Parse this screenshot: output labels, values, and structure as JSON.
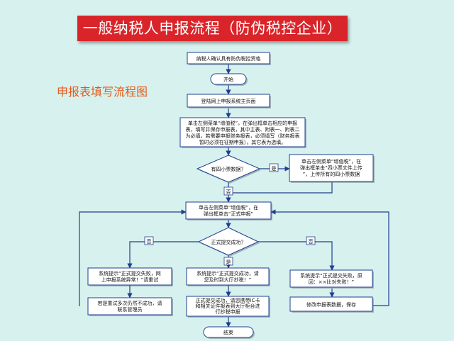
{
  "title": "一般纳税人申报流程（防伪税控企业）",
  "subtitle": "申报表填写流程图",
  "nodes": {
    "qualification": "纳税人确认具有防伪税控资格",
    "start": "开始",
    "login": "登陆网上申报系统主页面",
    "fill_forms": [
      "单击左侧菜单“增值税”，在弹出框单击相应的申报",
      "表，填写并保存申报表，其中主表、附表一、附表二",
      "为必填，若需要申报财务报表，必须填写（财务报表",
      "暂时必须在征期申报），其它表为选填。"
    ],
    "invoice_question": "有四小票数据？",
    "upload_invoices": [
      "单击左侧菜单“增值税”，在",
      "弹出框单击“四小票文件上传",
      "”，上传所有的四小票数据"
    ],
    "formal_report": [
      "单击左侧菜单“增值税”，在",
      "弹出框单击“正式申报”"
    ],
    "success_question": "正式提交成功？",
    "fail_retry": [
      "系统提示“正式提交失败，网",
      "上申报系统异常！”请重试"
    ],
    "contact_admin": [
      "若是重试多次仍然不成功，请",
      "联系管理员"
    ],
    "success_hint": [
      "系统提示“正式提交成功，请",
      "您及时到大厅抄税！”"
    ],
    "after_success": [
      "正式提交成功，请您携带IC卡",
      "和相关证件报表到大厅柜台进",
      "行抄税申报"
    ],
    "fail_compare": [
      "系统提示“正式提交失败，原",
      "因：××比对失败！”"
    ],
    "modify_forms": "修改申报表数据，保存",
    "end": "结束"
  },
  "labels": {
    "yes_1": "是",
    "no_1": "否",
    "no_left": "否",
    "yes_2": "是",
    "no_right": "否"
  }
}
